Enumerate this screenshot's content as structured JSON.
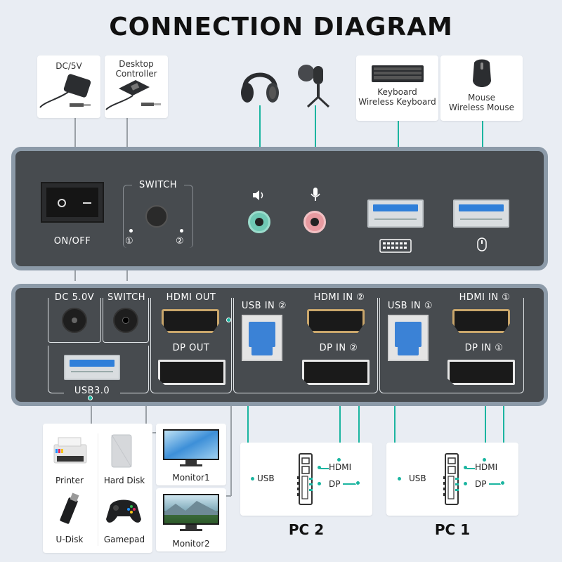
{
  "title": "CONNECTION DIAGRAM",
  "top_cards": {
    "dc": "DC/5V",
    "desktop_controller": "Desktop\nController",
    "keyboard": "Keyboard\nWireless Keyboard",
    "mouse": "Mouse\nWireless Mouse"
  },
  "front_panel": {
    "on_off": "ON/OFF",
    "switch_label": "SWITCH",
    "port1": "①",
    "port2": "②"
  },
  "back_panel": {
    "dc": "DC 5.0V",
    "switch": "SWITCH",
    "hdmi_out": "HDMI OUT",
    "dp_out": "DP OUT",
    "usb30": "USB3.0",
    "usb_in_2": "USB IN ②",
    "hdmi_in_2": "HDMI IN ②",
    "dp_in_2": "DP IN ②",
    "usb_in_1": "USB IN ①",
    "hdmi_in_1": "HDMI IN ①",
    "dp_in_1": "DP IN ①"
  },
  "usb_devices": {
    "printer": "Printer",
    "hard_disk": "Hard Disk",
    "u_disk": "U-Disk",
    "gamepad": "Gamepad"
  },
  "monitors": {
    "monitor1": "Monitor1",
    "monitor2": "Monitor2"
  },
  "pc2": {
    "usb": "USB",
    "hdmi": "HDMI",
    "dp": "DP",
    "label": "PC 2"
  },
  "pc1": {
    "usb": "USB",
    "hdmi": "HDMI",
    "dp": "DP",
    "label": "PC 1"
  },
  "colors": {
    "accent": "#1bb5a0",
    "panel": "#474b4f",
    "usb_blue": "#2f7fd9",
    "hdmi_gold": "#c9a66b"
  }
}
